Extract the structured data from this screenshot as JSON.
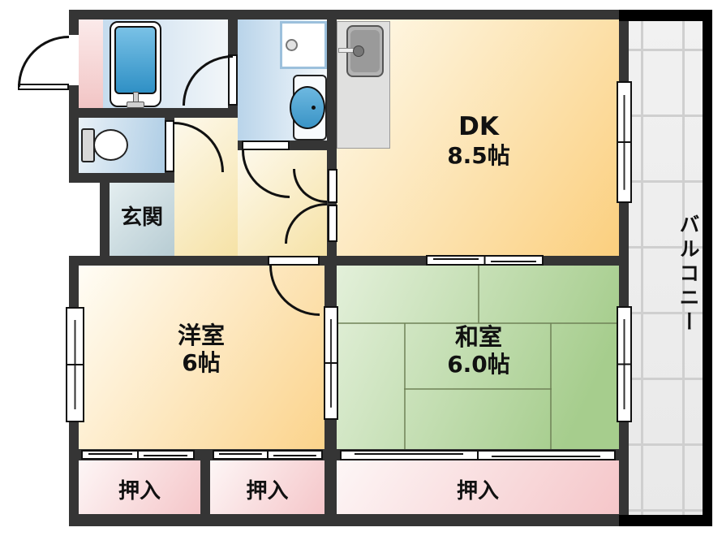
{
  "rooms": {
    "dk": {
      "label": "DK",
      "size": "8.5帖"
    },
    "washitsu": {
      "label": "和室",
      "size": "6.0帖"
    },
    "yoshitsu": {
      "label": "洋室",
      "size": "6帖"
    },
    "genkan": {
      "label": "玄関"
    },
    "balcony": {
      "label": "バルコニー"
    },
    "closets": [
      "押入",
      "押入",
      "押入"
    ]
  },
  "fixtures": [
    "bathtub",
    "toilet",
    "washbasin",
    "washing-machine-pan",
    "kitchen-sink"
  ],
  "colors": {
    "wall": "#353535",
    "balcony_frame": "#000000",
    "tatami_green": "#a6cd8d",
    "floor_orange": "#fbcf7e",
    "closet_pink": "#f5c6c9",
    "water_blue": "#4a9fd0",
    "genkan_blue": "#b7ccd3"
  }
}
